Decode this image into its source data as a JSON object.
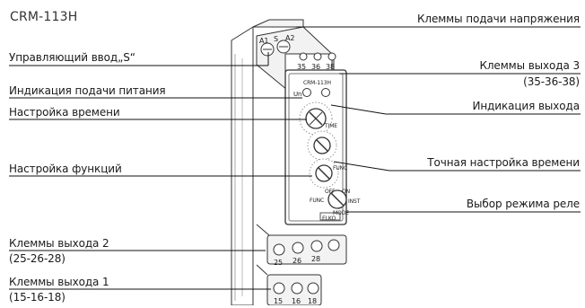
{
  "title": "CRM-113H",
  "labels": {
    "power_terminals": "Клеммы подачи напряжения",
    "control_input": "Управляющий ввод„S“",
    "out3_terminals": "Клеммы выхода 3",
    "out3_pins": "(35-36-38)",
    "power_indication": "Индикация подачи питания",
    "output_indication": "Индикация выхода",
    "time_setting": "Настройка времени",
    "fine_time_setting": "Точная настройка времени",
    "function_setting": "Настройка функций",
    "relay_mode": "Выбор режима реле",
    "out2_terminals": "Клеммы выхода 2",
    "out2_pins": "(25-26-28)",
    "out1_terminals": "Клеммы выхода 1",
    "out1_pins": "(15-16-18)"
  },
  "device": {
    "model_label": "CRM-113H",
    "led_un": "Un",
    "terminals_top_left": [
      "A1",
      "S",
      "A2"
    ],
    "terminals_out3": [
      "35",
      "36",
      "38"
    ],
    "terminals_out2": [
      "25",
      "26",
      "28"
    ],
    "terminals_out1": [
      "15",
      "16",
      "18"
    ],
    "time_knob_label": "TIME",
    "func_knob_label": "FUNC",
    "mode_func": "FUNC",
    "mode_off": "OFF",
    "mode_on": "ON",
    "mode_inst": "INST",
    "mode_label": "MODE",
    "brand": "ELKO"
  }
}
